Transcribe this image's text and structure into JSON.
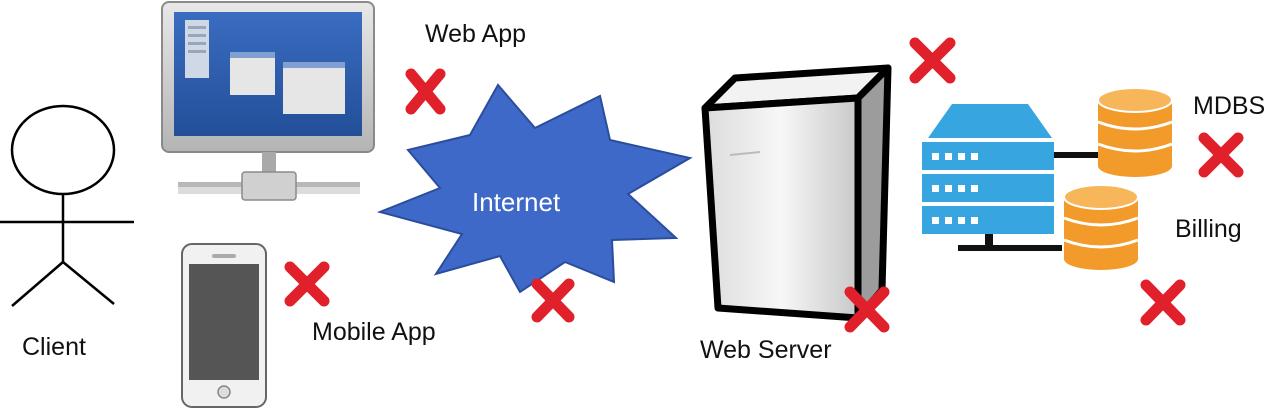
{
  "labels": {
    "client": "Client",
    "web_app": "Web App",
    "mobile_app": "Mobile App",
    "internet": "Internet",
    "web_server": "Web Server",
    "mdbs": "MDBS",
    "billing": "Billing"
  },
  "icons": {
    "client": "stick-figure-icon",
    "web_app": "desktop-monitor-icon",
    "mobile_app": "smartphone-icon",
    "internet": "cloud-burst-icon",
    "web_server": "server-tower-icon",
    "server_rack": "server-rack-icon",
    "database": "database-cylinder-icon",
    "failure": "red-x-icon"
  },
  "colors": {
    "failure_mark": "#e0202a",
    "internet_burst": "#3f69c9",
    "rack": "#37a6e0",
    "database": "#f29a2a",
    "monitor_screen": "#2f5fb0"
  }
}
